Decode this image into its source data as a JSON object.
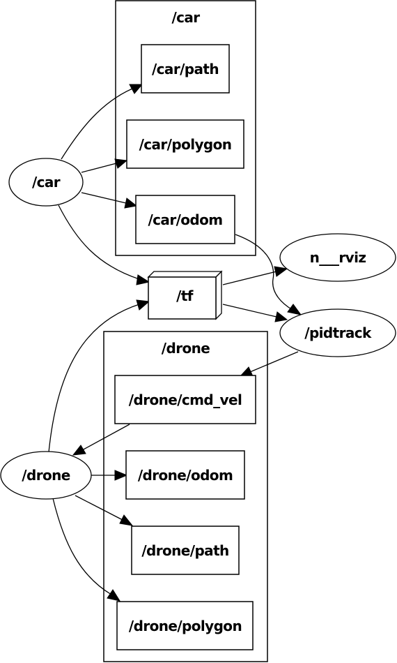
{
  "clusters": {
    "car": "/car",
    "drone": "/drone"
  },
  "nodes": {
    "car": "/car",
    "drone": "/drone",
    "rviz": "n___rviz",
    "pidtrack": "/pidtrack"
  },
  "topics": {
    "car_path": "/car/path",
    "car_polygon": "/car/polygon",
    "car_odom": "/car/odom",
    "tf": "/tf",
    "drone_cmd_vel": "/drone/cmd_vel",
    "drone_odom": "/drone/odom",
    "drone_path": "/drone/path",
    "drone_polygon": "/drone/polygon"
  },
  "edges": [
    {
      "from": "/car",
      "to": "/car/path"
    },
    {
      "from": "/car",
      "to": "/car/polygon"
    },
    {
      "from": "/car",
      "to": "/car/odom"
    },
    {
      "from": "/car",
      "to": "/tf"
    },
    {
      "from": "/car/odom",
      "to": "/pidtrack"
    },
    {
      "from": "/tf",
      "to": "n___rviz"
    },
    {
      "from": "/tf",
      "to": "/pidtrack"
    },
    {
      "from": "/pidtrack",
      "to": "/drone/cmd_vel"
    },
    {
      "from": "/drone/cmd_vel",
      "to": "/drone"
    },
    {
      "from": "/drone",
      "to": "/tf"
    },
    {
      "from": "/drone",
      "to": "/drone/odom"
    },
    {
      "from": "/drone",
      "to": "/drone/path"
    },
    {
      "from": "/drone",
      "to": "/drone/polygon"
    }
  ]
}
